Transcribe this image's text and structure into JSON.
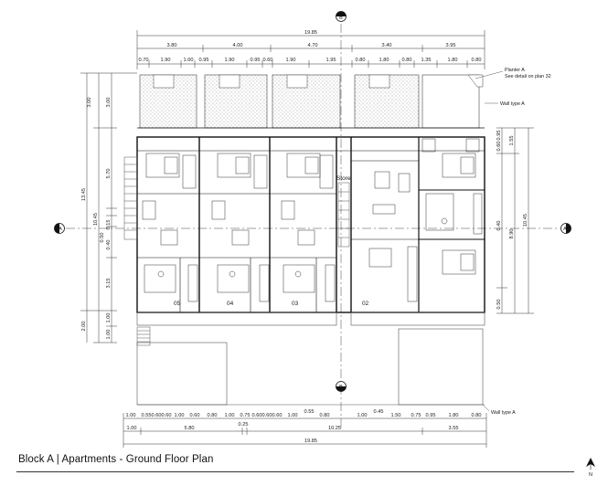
{
  "title": "Block A | Apartments - Ground Floor Plan",
  "north_label": "N",
  "section_markers": {
    "a": "A",
    "b": "B"
  },
  "notes": {
    "planter_a": "Planter A",
    "planter_detail": "See detail on plan 32",
    "wall_type_a_top": "Wall type A",
    "wall_type_a_bottom": "Wall type A",
    "store": "Store"
  },
  "unit_numbers": {
    "u05": "05",
    "u04": "04",
    "u03": "03",
    "u02": "02"
  },
  "dims": {
    "top_overall": "19.85",
    "top_main": [
      "3.80",
      "4.00",
      "4.70",
      "3.40",
      "3.95"
    ],
    "top_detail": [
      "0.70",
      "1.90",
      "1.00",
      "0.95",
      "1.90",
      "0.95",
      "0.60",
      "1.90",
      "1.95",
      "0.80",
      "1.80",
      "0.80",
      "1.35",
      "1.80",
      "0.80"
    ],
    "left_overall": "13.45",
    "left_main": [
      "3.00",
      "10.45",
      "2.00"
    ],
    "left_inner": [
      "3.00",
      "5.70",
      "0.40",
      "0.50",
      "0.15",
      "3.15",
      "1.00",
      "1.00"
    ],
    "right_overall": "10.45",
    "right_main": [
      "1.55",
      "8.90"
    ],
    "right_inner": [
      "0.60",
      "0.95",
      "0.40",
      "0.50"
    ],
    "bottom_detail": [
      "1.00",
      "0.55",
      "0.60",
      "0.60",
      "1.00",
      "0.60",
      "0.80",
      "1.00",
      "0.75",
      "0.60",
      "0.60",
      "0.60",
      "1.00",
      "0.55",
      "0.80",
      "1.00",
      "0.45",
      "1.50",
      "0.75",
      "0.95",
      "1.80",
      "0.80"
    ],
    "bottom_main": [
      "1.00",
      "5.80",
      "0.25",
      "10.25",
      "3.55"
    ],
    "bottom_overall": "19.85"
  }
}
